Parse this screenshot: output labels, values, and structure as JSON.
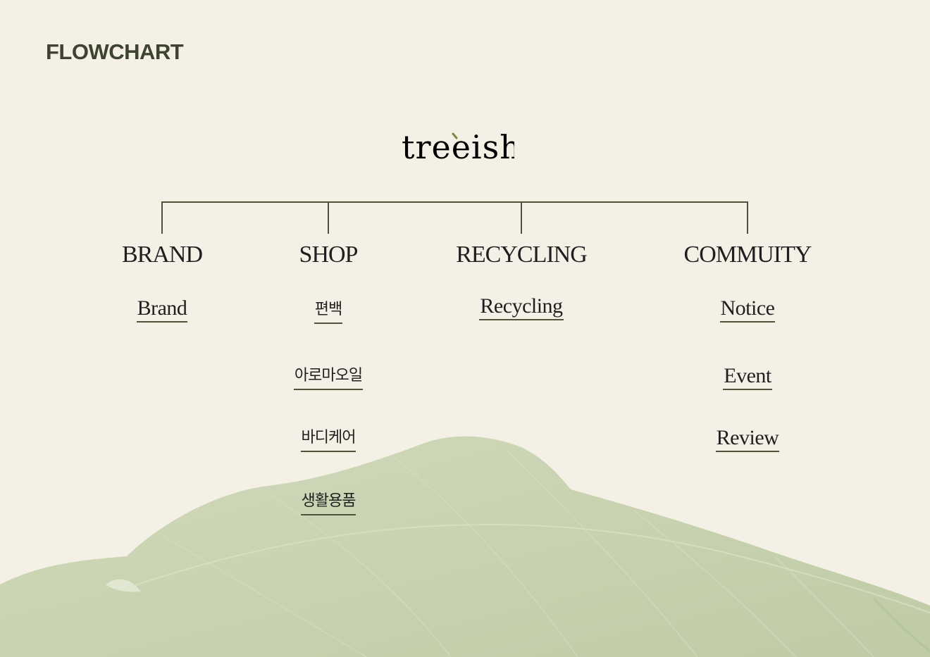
{
  "page": {
    "heading": "FLOWCHART"
  },
  "logo": {
    "text": "treeish",
    "accent_color": "#7a8a3a"
  },
  "colors": {
    "background": "#f4f0e6",
    "line": "#4d5238",
    "heading": "#3e4330",
    "leaf": "#c2cfa9"
  },
  "columns": [
    {
      "title": "BRAND",
      "items": [
        "Brand"
      ]
    },
    {
      "title": "SHOP",
      "items": [
        "편백",
        "아로마오일",
        "바디케어",
        "생활용품"
      ]
    },
    {
      "title": "RECYCLING",
      "items": [
        "Recycling"
      ]
    },
    {
      "title": "COMMUITY",
      "items": [
        "Notice",
        "Event",
        "Review"
      ]
    }
  ]
}
